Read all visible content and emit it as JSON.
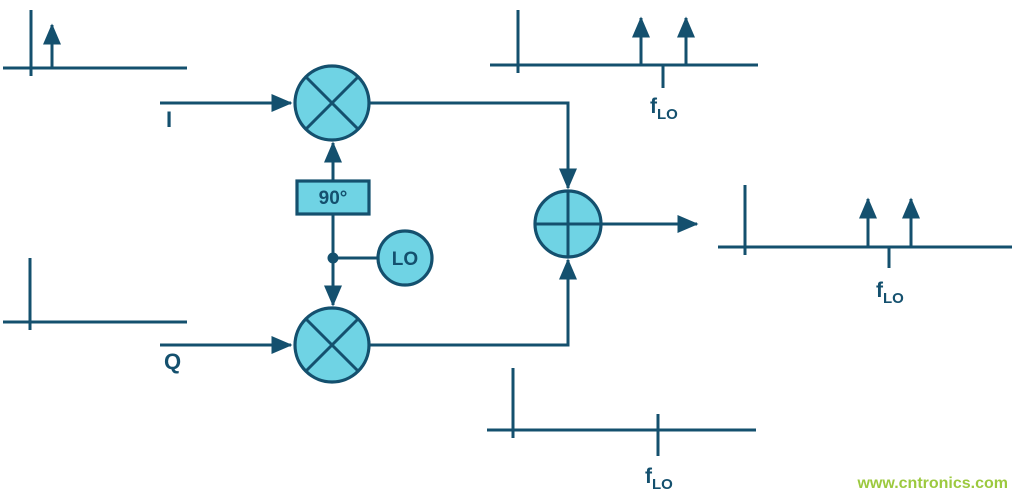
{
  "colors": {
    "line": "#14506e",
    "node_fill": "#6fd3e4",
    "watermark": "#9cc93f",
    "background": "#ffffff"
  },
  "diagram": {
    "inputs": {
      "i_label": "I",
      "q_label": "Q"
    },
    "blocks": {
      "phase_shifter": "90°",
      "local_oscillator": "LO"
    },
    "spectra": {
      "freq_symbol": "f",
      "freq_subscript": "LO"
    }
  },
  "watermark": {
    "text": "www.cntronics.com"
  }
}
